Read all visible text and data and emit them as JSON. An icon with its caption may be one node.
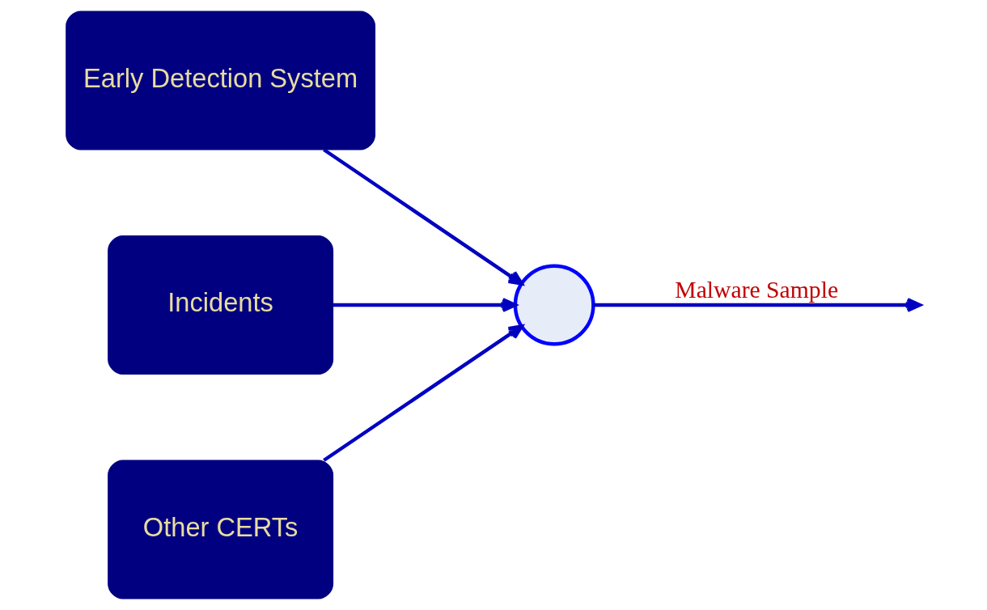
{
  "diagram": {
    "nodes": [
      {
        "text": [
          "Early Detection System"
        ]
      },
      {
        "text": [
          "Incidents"
        ]
      },
      {
        "text": [
          "Other CERTs"
        ]
      },
      {
        "text": [],
        "shape": "circle"
      }
    ],
    "edges": [
      {
        "from": 0,
        "to": 3,
        "arrow": "to"
      },
      {
        "from": 1,
        "to": 3,
        "arrow": "to"
      },
      {
        "from": 2,
        "to": 3,
        "arrow": "to"
      },
      {
        "from": 3,
        "to": null,
        "arrow": "to",
        "label": "Malware Sample"
      }
    ]
  }
}
